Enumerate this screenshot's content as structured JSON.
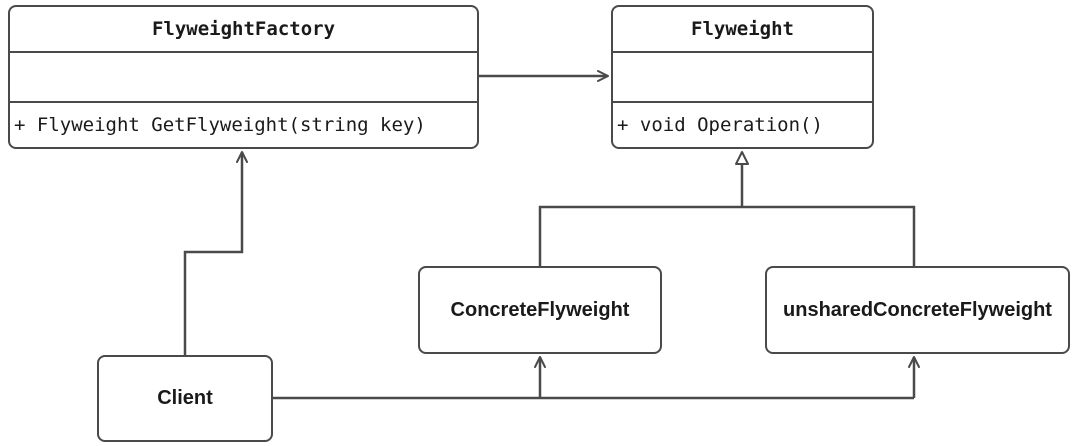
{
  "diagram": {
    "classes": {
      "flyweight_factory": {
        "name": "FlyweightFactory",
        "attributes": "",
        "operation": "+ Flyweight GetFlyweight(string key)"
      },
      "flyweight": {
        "name": "Flyweight",
        "attributes": "",
        "operation": "+ void Operation()"
      },
      "concrete_flyweight": {
        "name": "ConcreteFlyweight"
      },
      "unshared_concrete_flyweight": {
        "name": "unsharedConcreteFlyweight"
      },
      "client": {
        "name": "Client"
      }
    },
    "relationships": [
      {
        "from": "FlyweightFactory",
        "to": "Flyweight",
        "kind": "association"
      },
      {
        "from": "ConcreteFlyweight",
        "to": "Flyweight",
        "kind": "generalization"
      },
      {
        "from": "unsharedConcreteFlyweight",
        "to": "Flyweight",
        "kind": "generalization"
      },
      {
        "from": "Client",
        "to": "FlyweightFactory",
        "kind": "association"
      },
      {
        "from": "Client",
        "to": "ConcreteFlyweight",
        "kind": "association"
      },
      {
        "from": "Client",
        "to": "unsharedConcreteFlyweight",
        "kind": "association"
      }
    ],
    "line_color": "#4a4a4a"
  }
}
